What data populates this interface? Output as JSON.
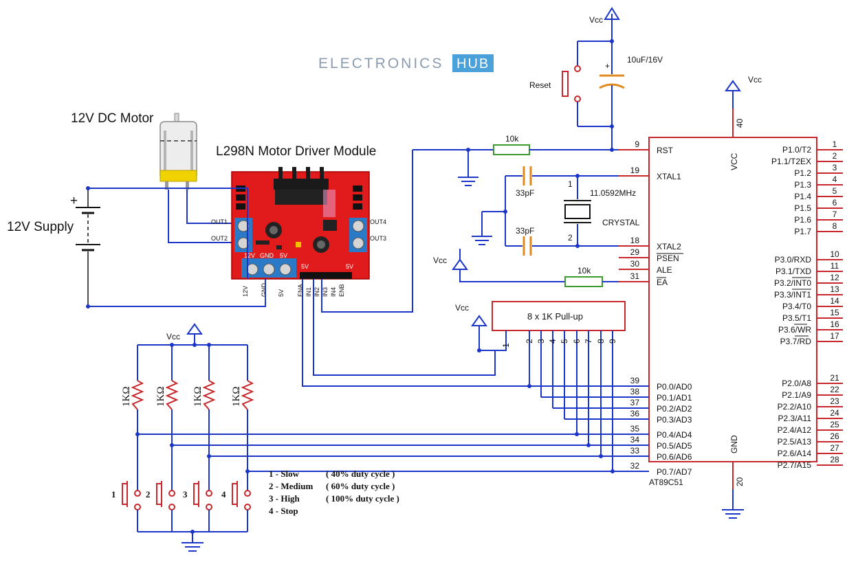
{
  "brand": {
    "left": "ELECTRONICS",
    "right": "HUB"
  },
  "labels": {
    "motor": "12V DC Motor",
    "driver": "L298N Motor Driver Module",
    "supply": "12V Supply",
    "supply_plus": "+",
    "reset": "Reset",
    "cap_plus": "+",
    "cap_value": "10uF/16V",
    "vcc": "Vcc",
    "r_rst": "10k",
    "r_ea": "10k",
    "c1": "33pF",
    "c2": "33pF",
    "xtal_freq": "11.0592MHz",
    "xtal": "CRYSTAL",
    "xtal_pin1": "1",
    "xtal_pin2": "2",
    "pullup": "8 x 1K Pull-up",
    "mcu": "AT89C51",
    "mcu_vcc": "VCC",
    "mcu_gnd": "GND",
    "pin40": "40",
    "pin20": "20",
    "ohm": "1KΩ"
  },
  "driver_pins": {
    "out1": "OUT1",
    "out2": "OUT2",
    "out3": "OUT3",
    "out4": "OUT4",
    "v12": "12V",
    "gnd": "GND",
    "v5": "5V",
    "bottom": [
      "12V",
      "GND",
      "5V",
      "ENA",
      "IN1",
      "IN2",
      "IN3",
      "IN4",
      "ENB"
    ],
    "top5v_left": "5V",
    "top5v_right": "5V"
  },
  "mcu_left_pins": [
    {
      "num": "9",
      "name": "RST"
    },
    {
      "num": "19",
      "name": "XTAL1"
    },
    {
      "num": "18",
      "name": "XTAL2"
    },
    {
      "num": "29",
      "name": "PSEN"
    },
    {
      "num": "30",
      "name": "ALE"
    },
    {
      "num": "31",
      "name": "EA"
    },
    {
      "num": "39",
      "name": "P0.0/AD0"
    },
    {
      "num": "38",
      "name": "P0.1/AD1"
    },
    {
      "num": "37",
      "name": "P0.2/AD2"
    },
    {
      "num": "36",
      "name": "P0.3/AD3"
    },
    {
      "num": "35",
      "name": "P0.4/AD4"
    },
    {
      "num": "34",
      "name": "P0.5/AD5"
    },
    {
      "num": "33",
      "name": "P0.6/AD6"
    },
    {
      "num": "32",
      "name": "P0.7/AD7"
    }
  ],
  "mcu_right_pins": [
    {
      "num": "1",
      "name": "P1.0/T2"
    },
    {
      "num": "2",
      "name": "P1.1/T2EX"
    },
    {
      "num": "3",
      "name": "P1.2"
    },
    {
      "num": "4",
      "name": "P1.3"
    },
    {
      "num": "5",
      "name": "P1.4"
    },
    {
      "num": "6",
      "name": "P1.5"
    },
    {
      "num": "7",
      "name": "P1.6"
    },
    {
      "num": "8",
      "name": "P1.7"
    },
    {
      "num": "10",
      "name": "P3.0/RXD"
    },
    {
      "num": "11",
      "name": "P3.1/TXD"
    },
    {
      "num": "12",
      "name": "P3.2/INT0"
    },
    {
      "num": "13",
      "name": "P3.3/INT1"
    },
    {
      "num": "14",
      "name": "P3.4/T0"
    },
    {
      "num": "15",
      "name": "P3.5/T1"
    },
    {
      "num": "16",
      "name": "P3.6/WR"
    },
    {
      "num": "17",
      "name": "P3.7/RD"
    },
    {
      "num": "21",
      "name": "P2.0/A8"
    },
    {
      "num": "22",
      "name": "P2.1/A9"
    },
    {
      "num": "23",
      "name": "P2.2/A10"
    },
    {
      "num": "24",
      "name": "P2.3/A11"
    },
    {
      "num": "25",
      "name": "P2.4/A12"
    },
    {
      "num": "26",
      "name": "P2.5/A13"
    },
    {
      "num": "27",
      "name": "P2.6/A14"
    },
    {
      "num": "28",
      "name": "P2.7/A15"
    }
  ],
  "pullup_pins": [
    "1",
    "2",
    "3",
    "4",
    "5",
    "6",
    "7",
    "8",
    "9"
  ],
  "buttons": [
    "1",
    "2",
    "3",
    "4"
  ],
  "legend": [
    {
      "name": "1 - Slow",
      "desc": "( 40% duty cycle )"
    },
    {
      "name": "2 - Medium",
      "desc": "( 60% duty cycle )"
    },
    {
      "name": "3 - High",
      "desc": "( 100% duty cycle )"
    },
    {
      "name": "4 - Stop",
      "desc": ""
    }
  ]
}
